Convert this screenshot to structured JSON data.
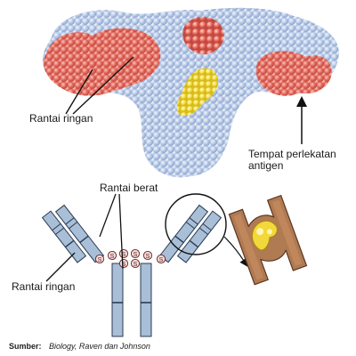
{
  "labels": {
    "light_chain_top": "Rantai ringan",
    "heavy_chain": "Rantai berat",
    "antigen_site_line1": "Tempat perlekatan",
    "antigen_site_line2": "antigen",
    "light_chain_bottom": "Rantai ringan"
  },
  "source": {
    "key": "Sumber:",
    "value": "Biology, Raven dan Johnson"
  },
  "disulfide_bond_symbol": "S",
  "colors": {
    "light_chain": "#d9534a",
    "heavy_chain": "#b8c8e6",
    "antigen": "#f2d83a",
    "antigen_holder": "#b07a52",
    "chain_model": "#a9bfd7"
  }
}
